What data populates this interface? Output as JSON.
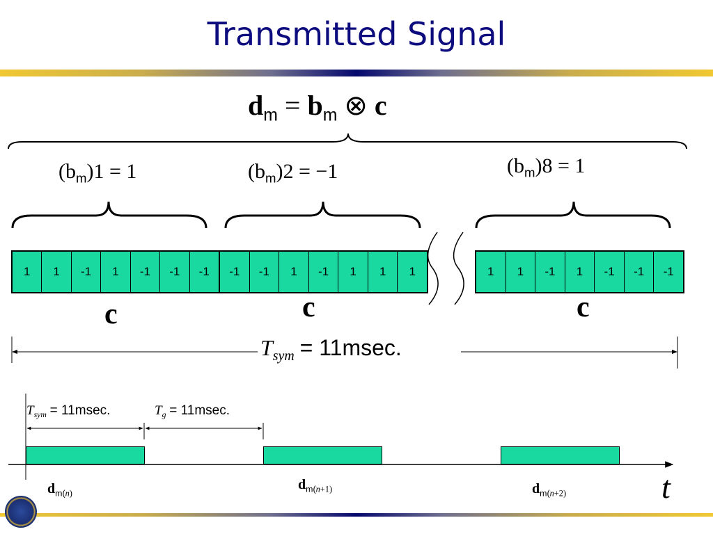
{
  "slide": {
    "title": "Transmitted Signal"
  },
  "equation": {
    "lhs": "d",
    "sub": "m",
    "eq": "=",
    "rhs": "b",
    "rhs_sub": "m",
    "op": "⊗",
    "code": "c"
  },
  "groups": [
    {
      "label_b": "(b",
      "label_sub": "m",
      "label_idx": ")1",
      "label_val": "= 1",
      "cells": [
        "1",
        "1",
        "-1",
        "1",
        "-1",
        "-1",
        "-1"
      ],
      "code_label": "c"
    },
    {
      "label_b": "(b",
      "label_sub": "m",
      "label_idx": ")2",
      "label_val": "= −1",
      "cells": [
        "-1",
        "-1",
        "1",
        "-1",
        "1",
        "1",
        "1"
      ],
      "code_label": "c"
    },
    {
      "label_b": "(b",
      "label_sub": "m",
      "label_idx": ")8",
      "label_val": "= 1",
      "cells": [
        "1",
        "1",
        "-1",
        "1",
        "-1",
        "-1",
        "-1"
      ],
      "code_label": "c"
    }
  ],
  "tsym_main": {
    "T": "T",
    "sub": "sym",
    "eq": "= 11msec."
  },
  "timeline": {
    "tsym": {
      "T": "T",
      "sub": "sym",
      "eq": "= 11msec."
    },
    "tg": {
      "T": "T",
      "sub": "g",
      "eq": "= 11msec."
    },
    "axis_label": "t",
    "pulses": [
      {
        "d": "d",
        "sub": "m(",
        "n": "n",
        "close": ")"
      },
      {
        "d": "d",
        "sub": "m(",
        "n": "n",
        "close": "+1)"
      },
      {
        "d": "d",
        "sub": "m(",
        "n": "n",
        "close": "+2)"
      }
    ]
  }
}
